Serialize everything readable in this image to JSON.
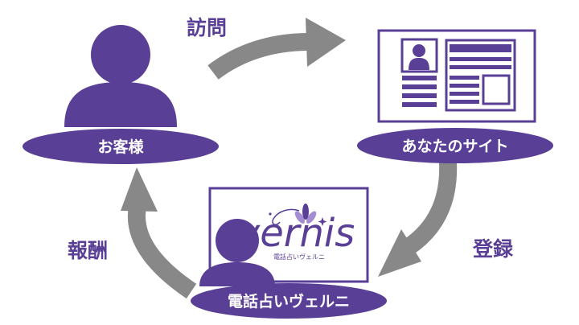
{
  "colors": {
    "purple": "#5a3f97",
    "gray": "#888888",
    "lavender": "#a58bd2",
    "white": "#ffffff"
  },
  "nodes": {
    "customer": {
      "label": "お客様",
      "icon": "person-icon"
    },
    "site": {
      "label": "あなたのサイト",
      "icon": "website-icon"
    },
    "service": {
      "label": "電話占いヴェルニ",
      "icon": "person-icon"
    }
  },
  "edges": {
    "visit": {
      "label": "訪問",
      "icon": "arrow-icon"
    },
    "register": {
      "label": "登録",
      "icon": "arrow-icon"
    },
    "reward": {
      "label": "報酬",
      "icon": "arrow-icon"
    }
  },
  "logo": {
    "wordmark": "vernis",
    "subtitle": "電話占いヴェルニ"
  }
}
